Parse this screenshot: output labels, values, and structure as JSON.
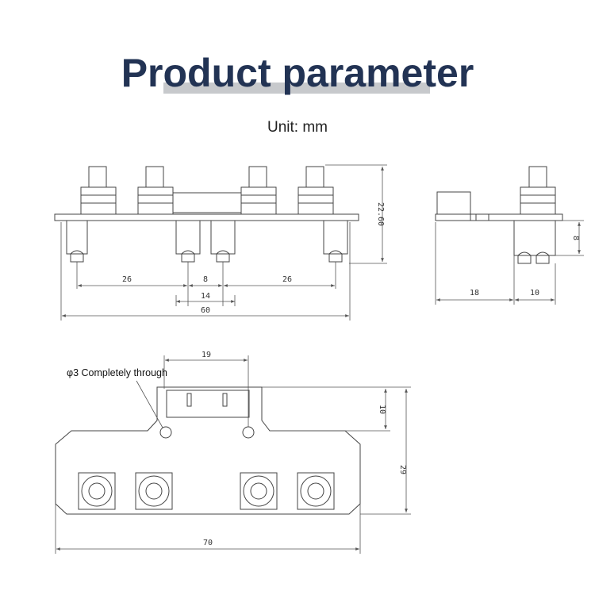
{
  "title": "Product parameter",
  "unit_label": "Unit: mm",
  "front_view": {
    "dim_height": "22.60",
    "dim_a": "26",
    "dim_b": "8",
    "dim_c": "26",
    "dim_d": "14",
    "dim_total": "60"
  },
  "side_view": {
    "dim_height": "8",
    "dim_left": "18",
    "dim_right": "10"
  },
  "top_view": {
    "dim_connector": "19",
    "dim_tab_height": "10",
    "dim_total_height": "29",
    "dim_width": "70",
    "hole_callout": "φ3 Completely through"
  },
  "colors": {
    "title": "#223354",
    "line": "#444444"
  }
}
